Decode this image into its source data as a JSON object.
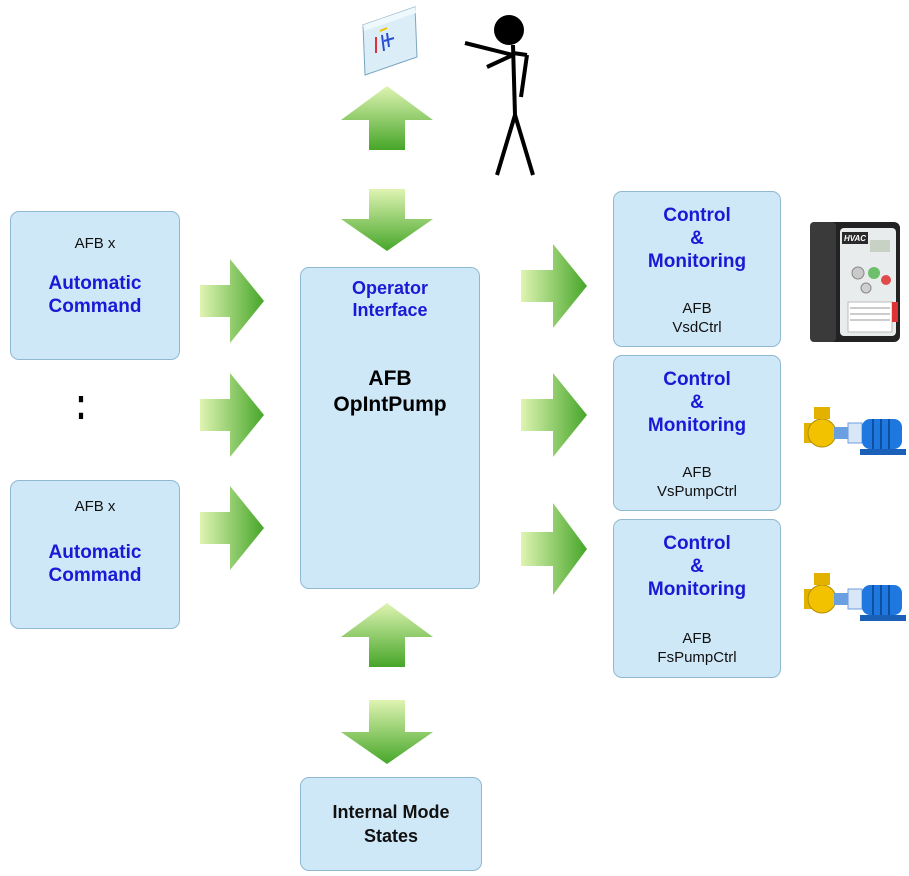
{
  "left_boxes": [
    {
      "label": "AFB x",
      "title": [
        "Automatic",
        "Command"
      ]
    },
    {
      "label": "AFB x",
      "title": [
        "Automatic",
        "Command"
      ]
    }
  ],
  "ellipsis": ":",
  "center_box": {
    "title": [
      "Operator",
      "Interface"
    ],
    "name": [
      "AFB",
      "OpIntPump"
    ]
  },
  "right_boxes": [
    {
      "title": [
        "Control",
        "&",
        "Monitoring"
      ],
      "afb": [
        "AFB",
        "VsdCtrl"
      ]
    },
    {
      "title": [
        "Control",
        "&",
        "Monitoring"
      ],
      "afb": [
        "AFB",
        "VsPumpCtrl"
      ]
    },
    {
      "title": [
        "Control",
        "&",
        "Monitoring"
      ],
      "afb": [
        "AFB",
        "FsPumpCtrl"
      ]
    }
  ],
  "bottom_box": {
    "title": [
      "Internal Mode",
      "States"
    ]
  },
  "drive_label": "HVAC",
  "colors": {
    "box_fill": "#cfe8f7",
    "box_border": "#8fb9d3",
    "blue_text": "#1a1ad6",
    "arrow_green_light": "#d8f0a8",
    "arrow_green_dark": "#4fae2a",
    "pump_yellow": "#f2c200",
    "pump_blue": "#1f77e0",
    "drive_body": "#222222"
  }
}
